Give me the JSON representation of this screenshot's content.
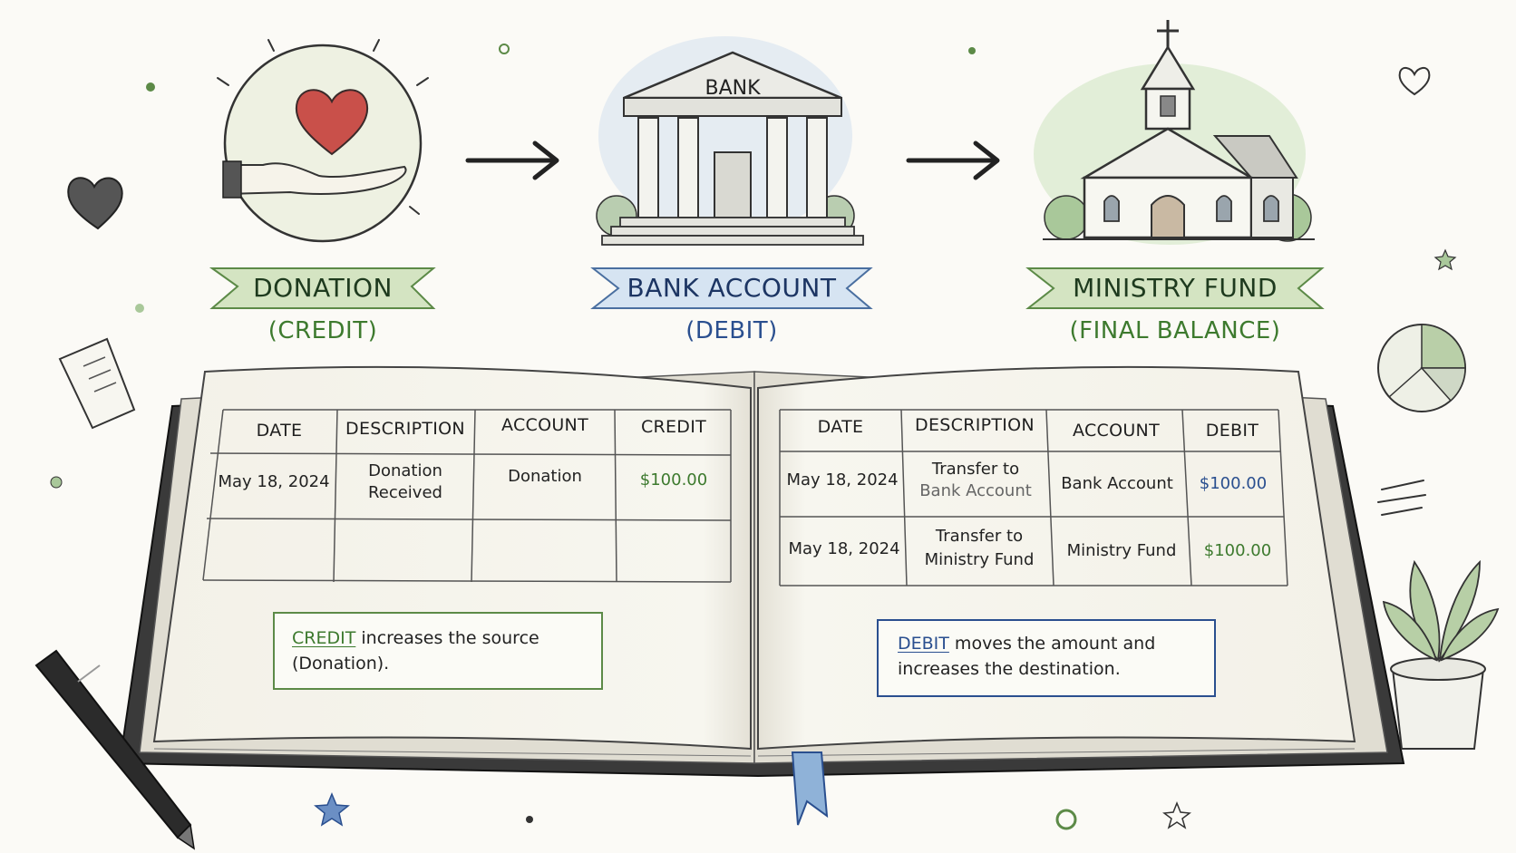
{
  "flow": {
    "donation": {
      "title": "DONATION",
      "subtitle": "(CREDIT)",
      "color": "#3d7a2e"
    },
    "bank": {
      "title": "BANK ACCOUNT",
      "subtitle": "(DEBIT)",
      "sign": "BANK",
      "color": "#2a4f8f"
    },
    "ministry": {
      "title": "MINISTRY FUND",
      "subtitle": "(FINAL BALANCE)",
      "color": "#3d7a2e"
    }
  },
  "ledger": {
    "left": {
      "headers": [
        "DATE",
        "DESCRIPTION",
        "ACCOUNT",
        "CREDIT"
      ],
      "rows": [
        {
          "date": "May 18, 2024",
          "description_1": "Donation",
          "description_2": "Received",
          "account": "Donation",
          "amount": "$100.00"
        }
      ],
      "note": {
        "keyword": "CREDIT",
        "line1_rest": " increases the source",
        "line2": "(Donation)."
      }
    },
    "right": {
      "headers": [
        "DATE",
        "DESCRIPTION",
        "ACCOUNT",
        "DEBIT"
      ],
      "rows": [
        {
          "date": "May 18, 2024",
          "description_1": "Transfer to",
          "description_2": "Bank Account",
          "account": "Bank Account",
          "amount": "$100.00"
        },
        {
          "date": "May 18, 2024",
          "description_1": "Transfer to",
          "description_2": "Ministry Fund",
          "account": "Ministry Fund",
          "amount": "$100.00"
        }
      ],
      "note": {
        "keyword": "DEBIT",
        "line1_rest": " moves the amount and",
        "line2": "increases the destination."
      }
    }
  },
  "icons": [
    "hand-heart-icon",
    "bank-building-icon",
    "church-icon",
    "arrow-right-icon",
    "pen-icon",
    "plant-icon",
    "pie-chart-icon",
    "receipt-icon",
    "heart-icon",
    "star-icon",
    "bookmark-ribbon-icon"
  ],
  "colors": {
    "credit": "#3d7a2e",
    "debit": "#2a4f8f",
    "heart": "#c9504a",
    "ink": "#2a2a2a"
  }
}
